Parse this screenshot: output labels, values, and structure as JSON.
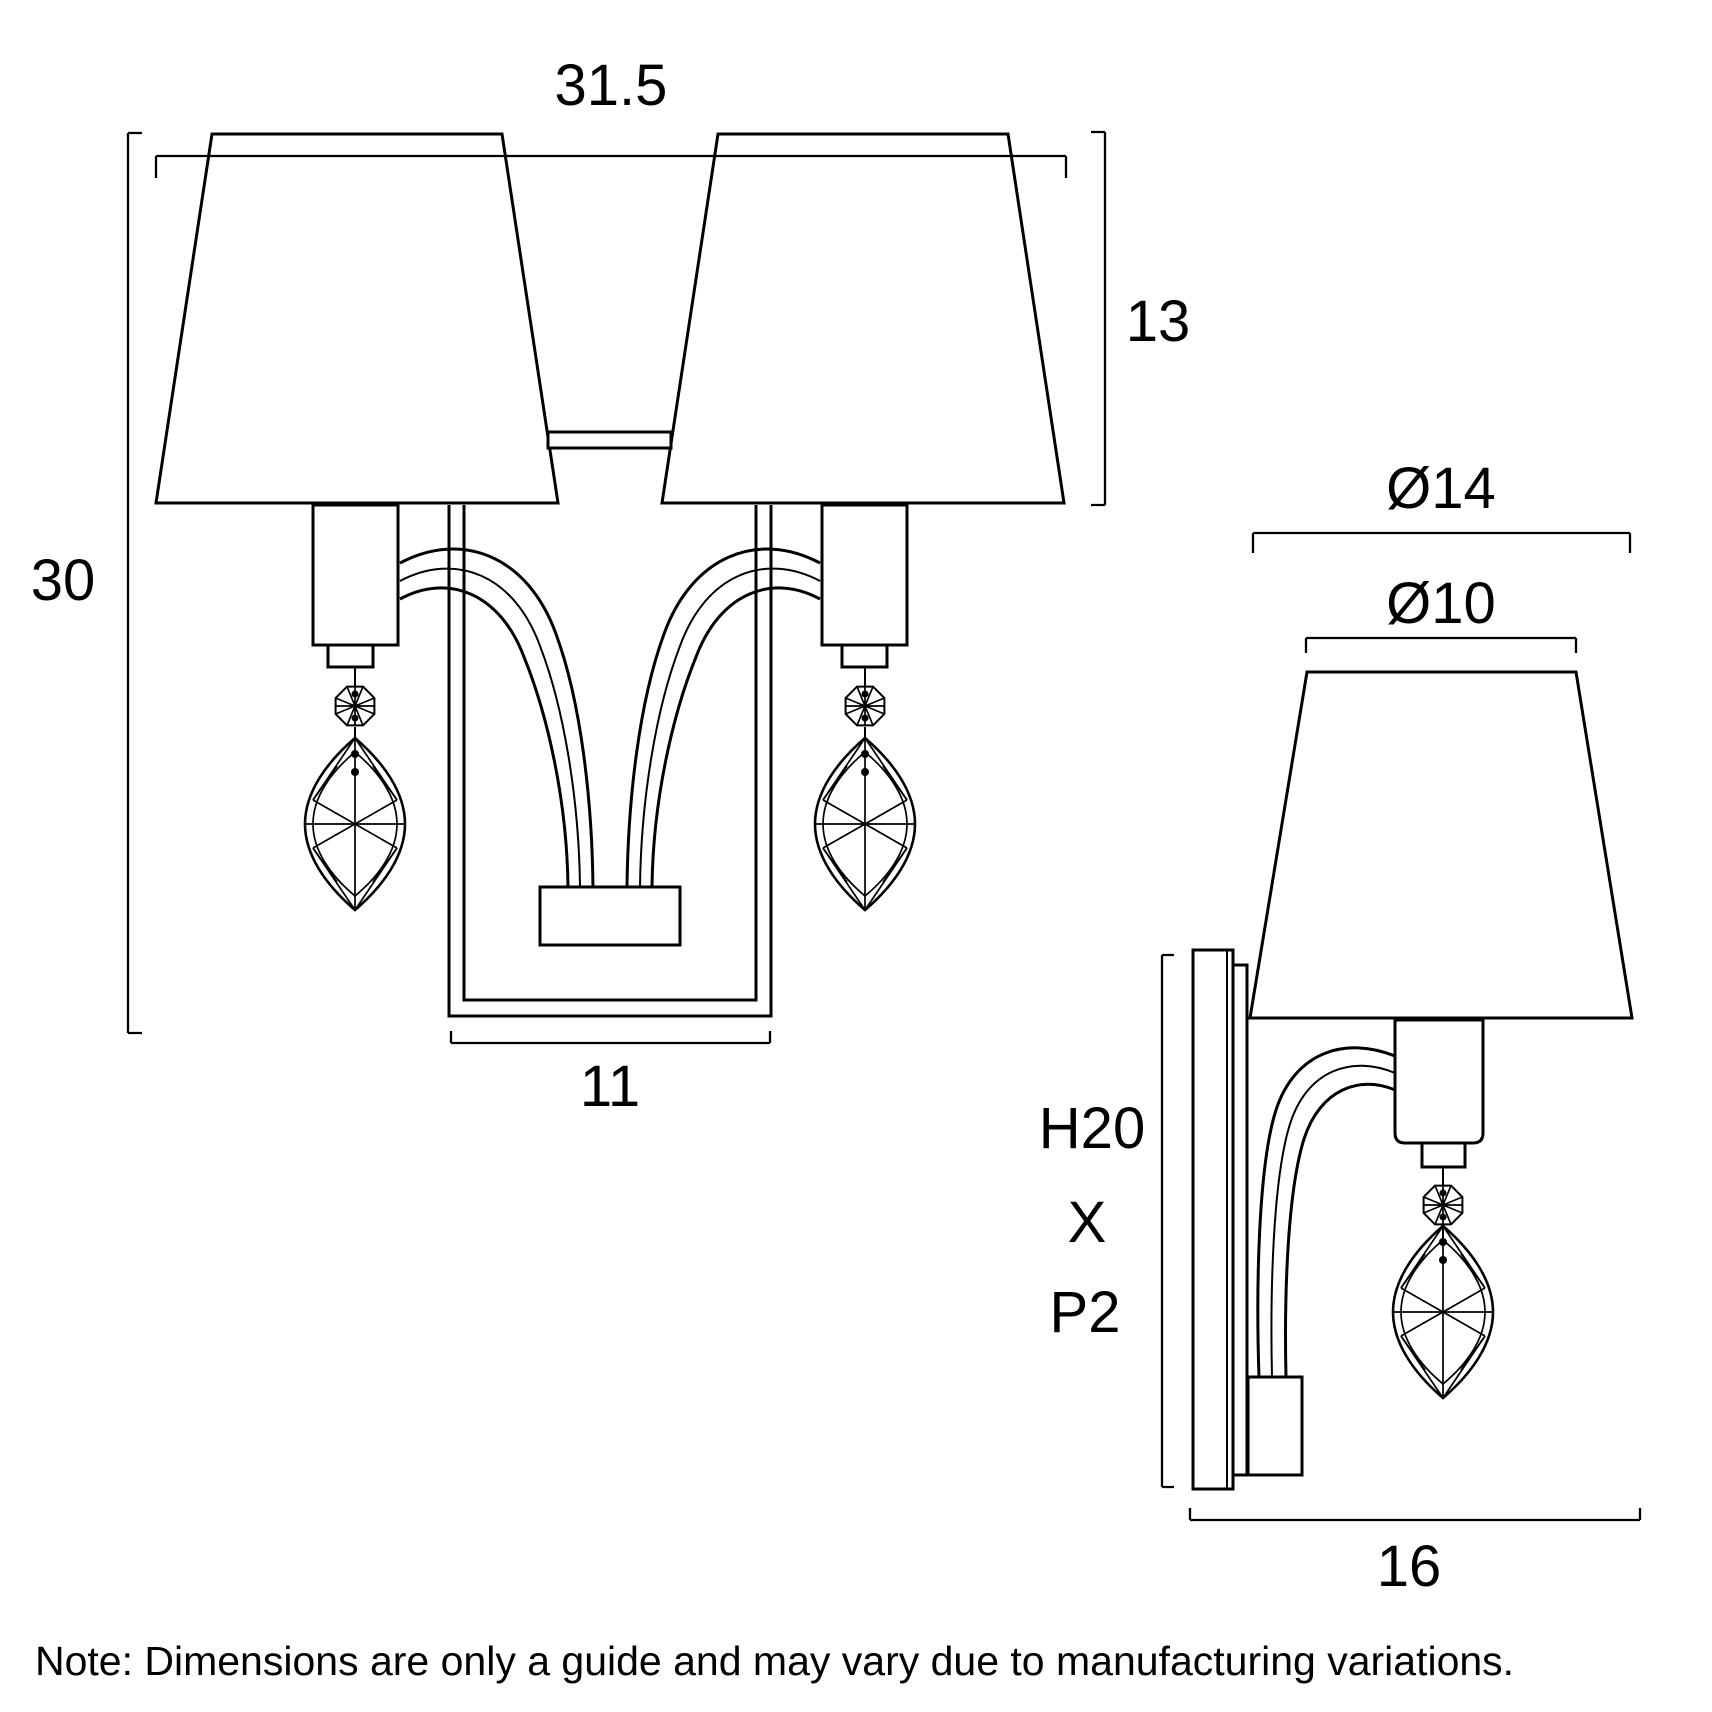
{
  "drawing": {
    "note": "Note: Dimensions are only a guide and may vary due to manufacturing variations.",
    "front_view": {
      "overall_width": "31.5",
      "overall_height": "30",
      "shade_height": "13",
      "backplate_width": "11"
    },
    "side_view": {
      "shade_bottom_diameter": "Ø14",
      "shade_top_diameter": "Ø10",
      "overall_depth": "16",
      "wall_plate_spec": [
        "H20",
        "X",
        "P2"
      ]
    },
    "colors": {
      "ink": "#000000",
      "paper": "#ffffff"
    }
  }
}
